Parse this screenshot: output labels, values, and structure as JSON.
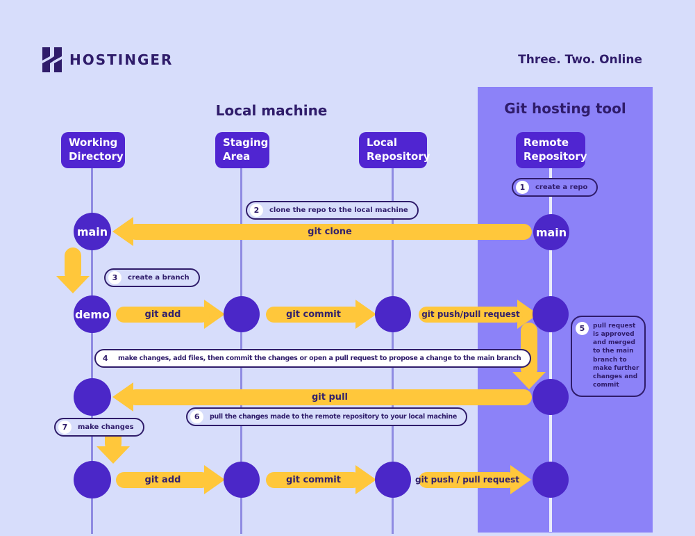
{
  "colors": {
    "background": "#D7DDFB",
    "panel": "#8C82F8",
    "header_box": "#5025D1",
    "node": "#4B27C8",
    "arrow": "#FFC73B",
    "text_dark": "#2F1C6A",
    "timeline_line": "#8F8BE2",
    "timeline_line_on_panel": "#EAEDFB"
  },
  "header": {
    "brand": "HOSTINGER",
    "tagline": "Three. Two. Online"
  },
  "sections": {
    "local_title": "Local machine",
    "remote_title": "Git hosting tool"
  },
  "columns": [
    {
      "label": "Working\nDirectory"
    },
    {
      "label": "Staging\nArea"
    },
    {
      "label": "Local\nRepository"
    },
    {
      "label": "Remote\nRepository"
    }
  ],
  "nodes": {
    "main_local": "main",
    "main_remote": "main",
    "demo": "demo"
  },
  "arrows": {
    "git_clone": "git clone",
    "git_add_1": "git add",
    "git_commit_1": "git commit",
    "git_push_1": "git push/pull request",
    "git_pull": "git pull",
    "git_add_2": "git add",
    "git_commit_2": "git commit",
    "git_push_2": "git push / pull request"
  },
  "callouts": {
    "c1": {
      "num": "1",
      "text": "create a repo"
    },
    "c2": {
      "num": "2",
      "text": "clone the repo to the local machine"
    },
    "c3": {
      "num": "3",
      "text": "create a branch"
    },
    "c4": {
      "num": "4",
      "text": "make changes, add files, then commit the changes or open a pull request to propose a change to the main branch"
    },
    "c5": {
      "num": "5",
      "text": "pull request is approved and merged to the main branch  to make further changes and commit"
    },
    "c6": {
      "num": "6",
      "text": "pull the changes made to the remote repository to your local machine"
    },
    "c7": {
      "num": "7",
      "text": "make changes"
    }
  }
}
